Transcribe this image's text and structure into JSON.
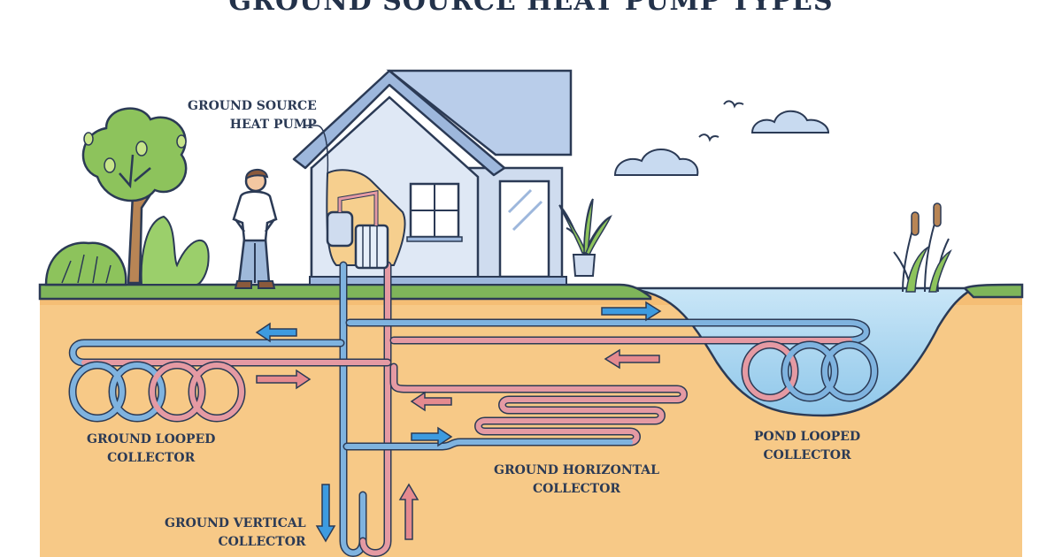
{
  "title": "GROUND SOURCE HEAT PUMP TYPES",
  "labels": {
    "heat_pump": [
      "GROUND SOURCE",
      "HEAT PUMP"
    ],
    "ground_looped": [
      "GROUND LOOPED",
      "COLLECTOR"
    ],
    "pond_looped": [
      "POND LOOPED",
      "COLLECTOR"
    ],
    "ground_horizontal": [
      "GROUND HORIZONTAL",
      "COLLECTOR"
    ],
    "ground_vertical": [
      "GROUND VERTICAL",
      "COLLECTOR"
    ]
  },
  "colors": {
    "soil": "#f7c987",
    "grass": "#7fb55a",
    "outline": "#2b3a55",
    "cold_pipe": "#7fb3df",
    "warm_pipe": "#e59aa3",
    "cold_arrow": "#3d9be0",
    "warm_arrow": "#e58a8f",
    "pond": "#a9d6f0",
    "house_wall": "#cfdcef",
    "roof": "#9db7dc"
  }
}
